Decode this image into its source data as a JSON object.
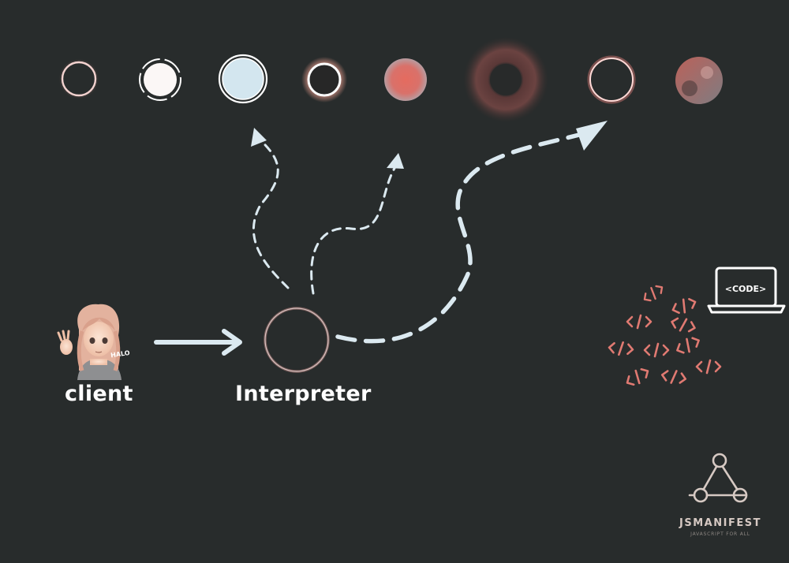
{
  "diagram": {
    "nodes": {
      "client": {
        "label": "client"
      },
      "interpreter": {
        "label": "Interpreter"
      }
    },
    "character": {
      "speech": "HALO"
    },
    "laptop": {
      "screen_text": "<CODE>"
    },
    "brand": {
      "name": "JSMANIFEST",
      "tagline": "JAVASCRIPT FOR ALL"
    },
    "icons": [
      "circle-icon",
      "code-tag-icon",
      "laptop-icon",
      "logo-icon",
      "avatar"
    ],
    "colors": {
      "background": "#282c2c",
      "arrow": "#dbe9f0",
      "accent": "#e07a72",
      "label": "#ffffff"
    }
  }
}
